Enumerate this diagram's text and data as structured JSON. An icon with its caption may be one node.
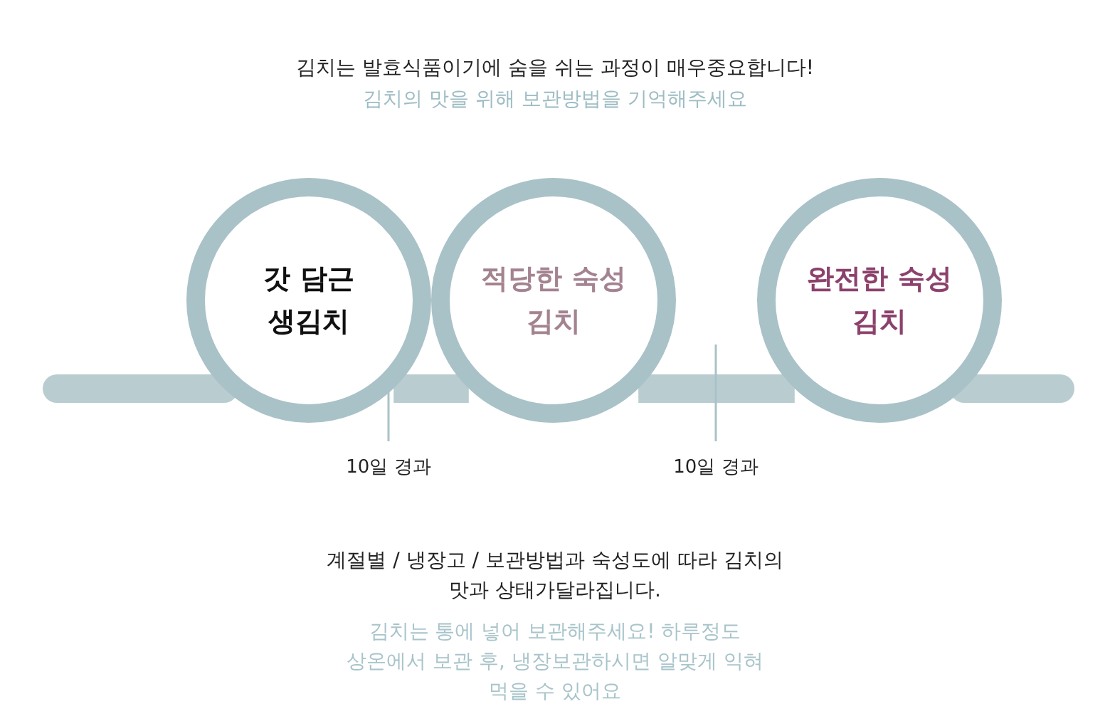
{
  "diagram": {
    "nodes": [
      {
        "text": [
          "갓 담근 생김치"
        ]
      },
      {
        "text": [
          "적당한 숙성 김치"
        ]
      },
      {
        "text": [
          "완전한 숙성 김치"
        ]
      }
    ],
    "edges": [
      {
        "from": 0,
        "to": 1,
        "arrow": "none",
        "label": "10일 경과"
      },
      {
        "from": 1,
        "to": 2,
        "arrow": "none",
        "label": "10일 경과"
      }
    ],
    "labels": [
      "김치는 발효식품이기에 숨을 쉬는 과정이 매우중요합니다!",
      "김치의 맛을 위해 보관방법을 기억해주세요",
      "계절별 / 냉장고 / 보관방법과 숙성도에 따라 김치의 맛과 상태가달라집니다.",
      "김치는 통에 넣어 보관해주세요! 하루정도 상온에서 보관 후, 냉장보관하시면 알맞게 익혀 먹을 수 있어요"
    ]
  }
}
